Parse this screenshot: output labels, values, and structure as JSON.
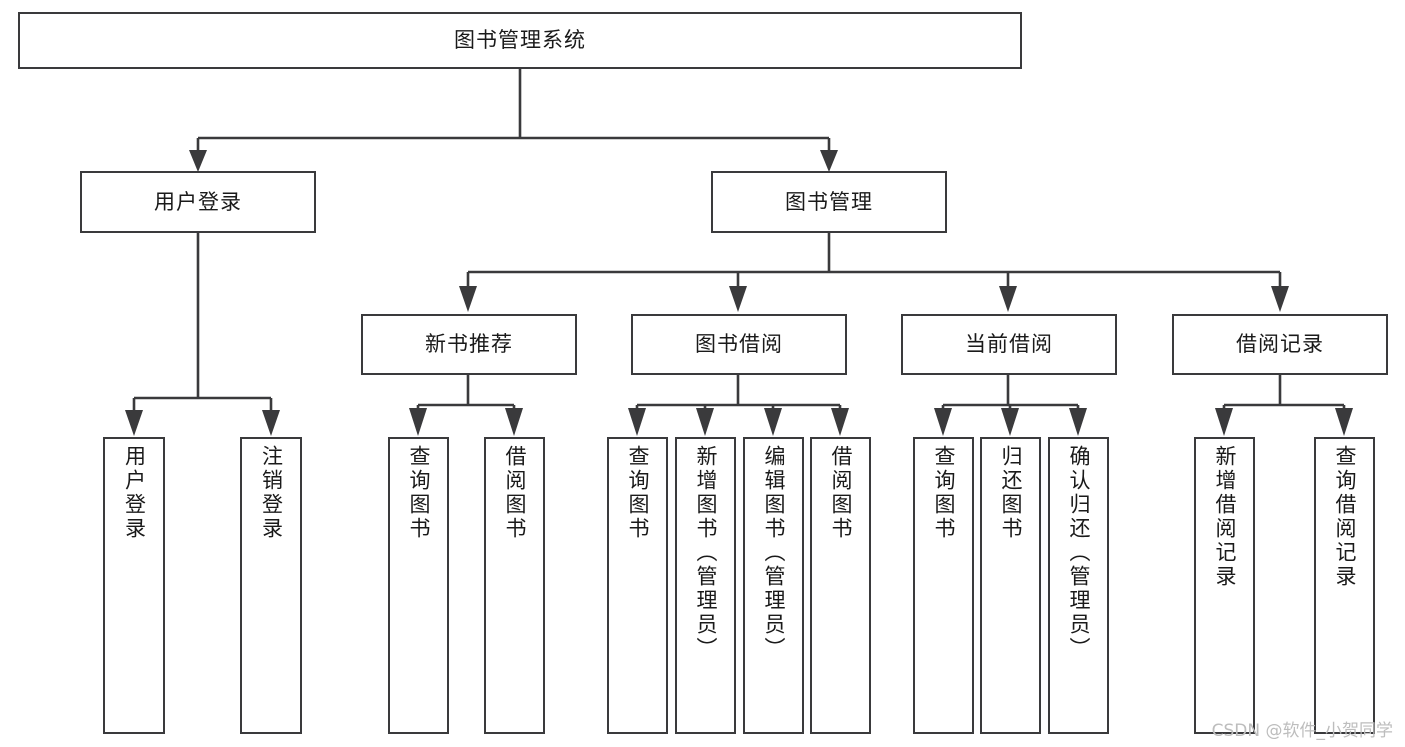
{
  "diagram": {
    "title": "图书管理系统",
    "type": "tree",
    "root": {
      "id": "root",
      "label": "图书管理系统"
    },
    "level2": [
      {
        "id": "user-login",
        "label": "用户登录"
      },
      {
        "id": "book-manage",
        "label": "图书管理"
      }
    ],
    "level3": [
      {
        "id": "new-book-rec",
        "label": "新书推荐",
        "parent": "book-manage"
      },
      {
        "id": "book-borrow",
        "label": "图书借阅",
        "parent": "book-manage"
      },
      {
        "id": "current-borrow",
        "label": "当前借阅",
        "parent": "book-manage"
      },
      {
        "id": "borrow-record",
        "label": "借阅记录",
        "parent": "book-manage"
      }
    ],
    "leaves": [
      {
        "id": "leaf-user-login",
        "label": "用户登录",
        "parent": "user-login"
      },
      {
        "id": "leaf-logout-login",
        "label": "注销登录",
        "parent": "user-login"
      },
      {
        "id": "leaf-query-book-rec",
        "label": "查询图书",
        "parent": "new-book-rec"
      },
      {
        "id": "leaf-borrow-book-rec",
        "label": "借阅图书",
        "parent": "new-book-rec"
      },
      {
        "id": "leaf-query-book-borrow",
        "label": "查询图书",
        "parent": "book-borrow"
      },
      {
        "id": "leaf-add-book-admin",
        "label": "新增图书（管理员）",
        "parent": "book-borrow"
      },
      {
        "id": "leaf-edit-book-admin",
        "label": "编辑图书（管理员）",
        "parent": "book-borrow"
      },
      {
        "id": "leaf-borrow-book",
        "label": "借阅图书",
        "parent": "book-borrow"
      },
      {
        "id": "leaf-query-book-current",
        "label": "查询图书",
        "parent": "current-borrow"
      },
      {
        "id": "leaf-return-book",
        "label": "归还图书",
        "parent": "current-borrow"
      },
      {
        "id": "leaf-confirm-return-admin",
        "label": "确认归还（管理员）",
        "parent": "current-borrow"
      },
      {
        "id": "leaf-add-borrow-record",
        "label": "新增借阅记录",
        "parent": "borrow-record"
      },
      {
        "id": "leaf-query-borrow-record",
        "label": "查询借阅记录",
        "parent": "borrow-record"
      }
    ],
    "watermark": "CSDN @软件_小贺同学",
    "colors": {
      "stroke": "#3a3a3c",
      "node_fill": "#ffffff",
      "text": "#1a1a1a",
      "background": "#ffffff",
      "watermark": "#bdbdbd"
    }
  }
}
